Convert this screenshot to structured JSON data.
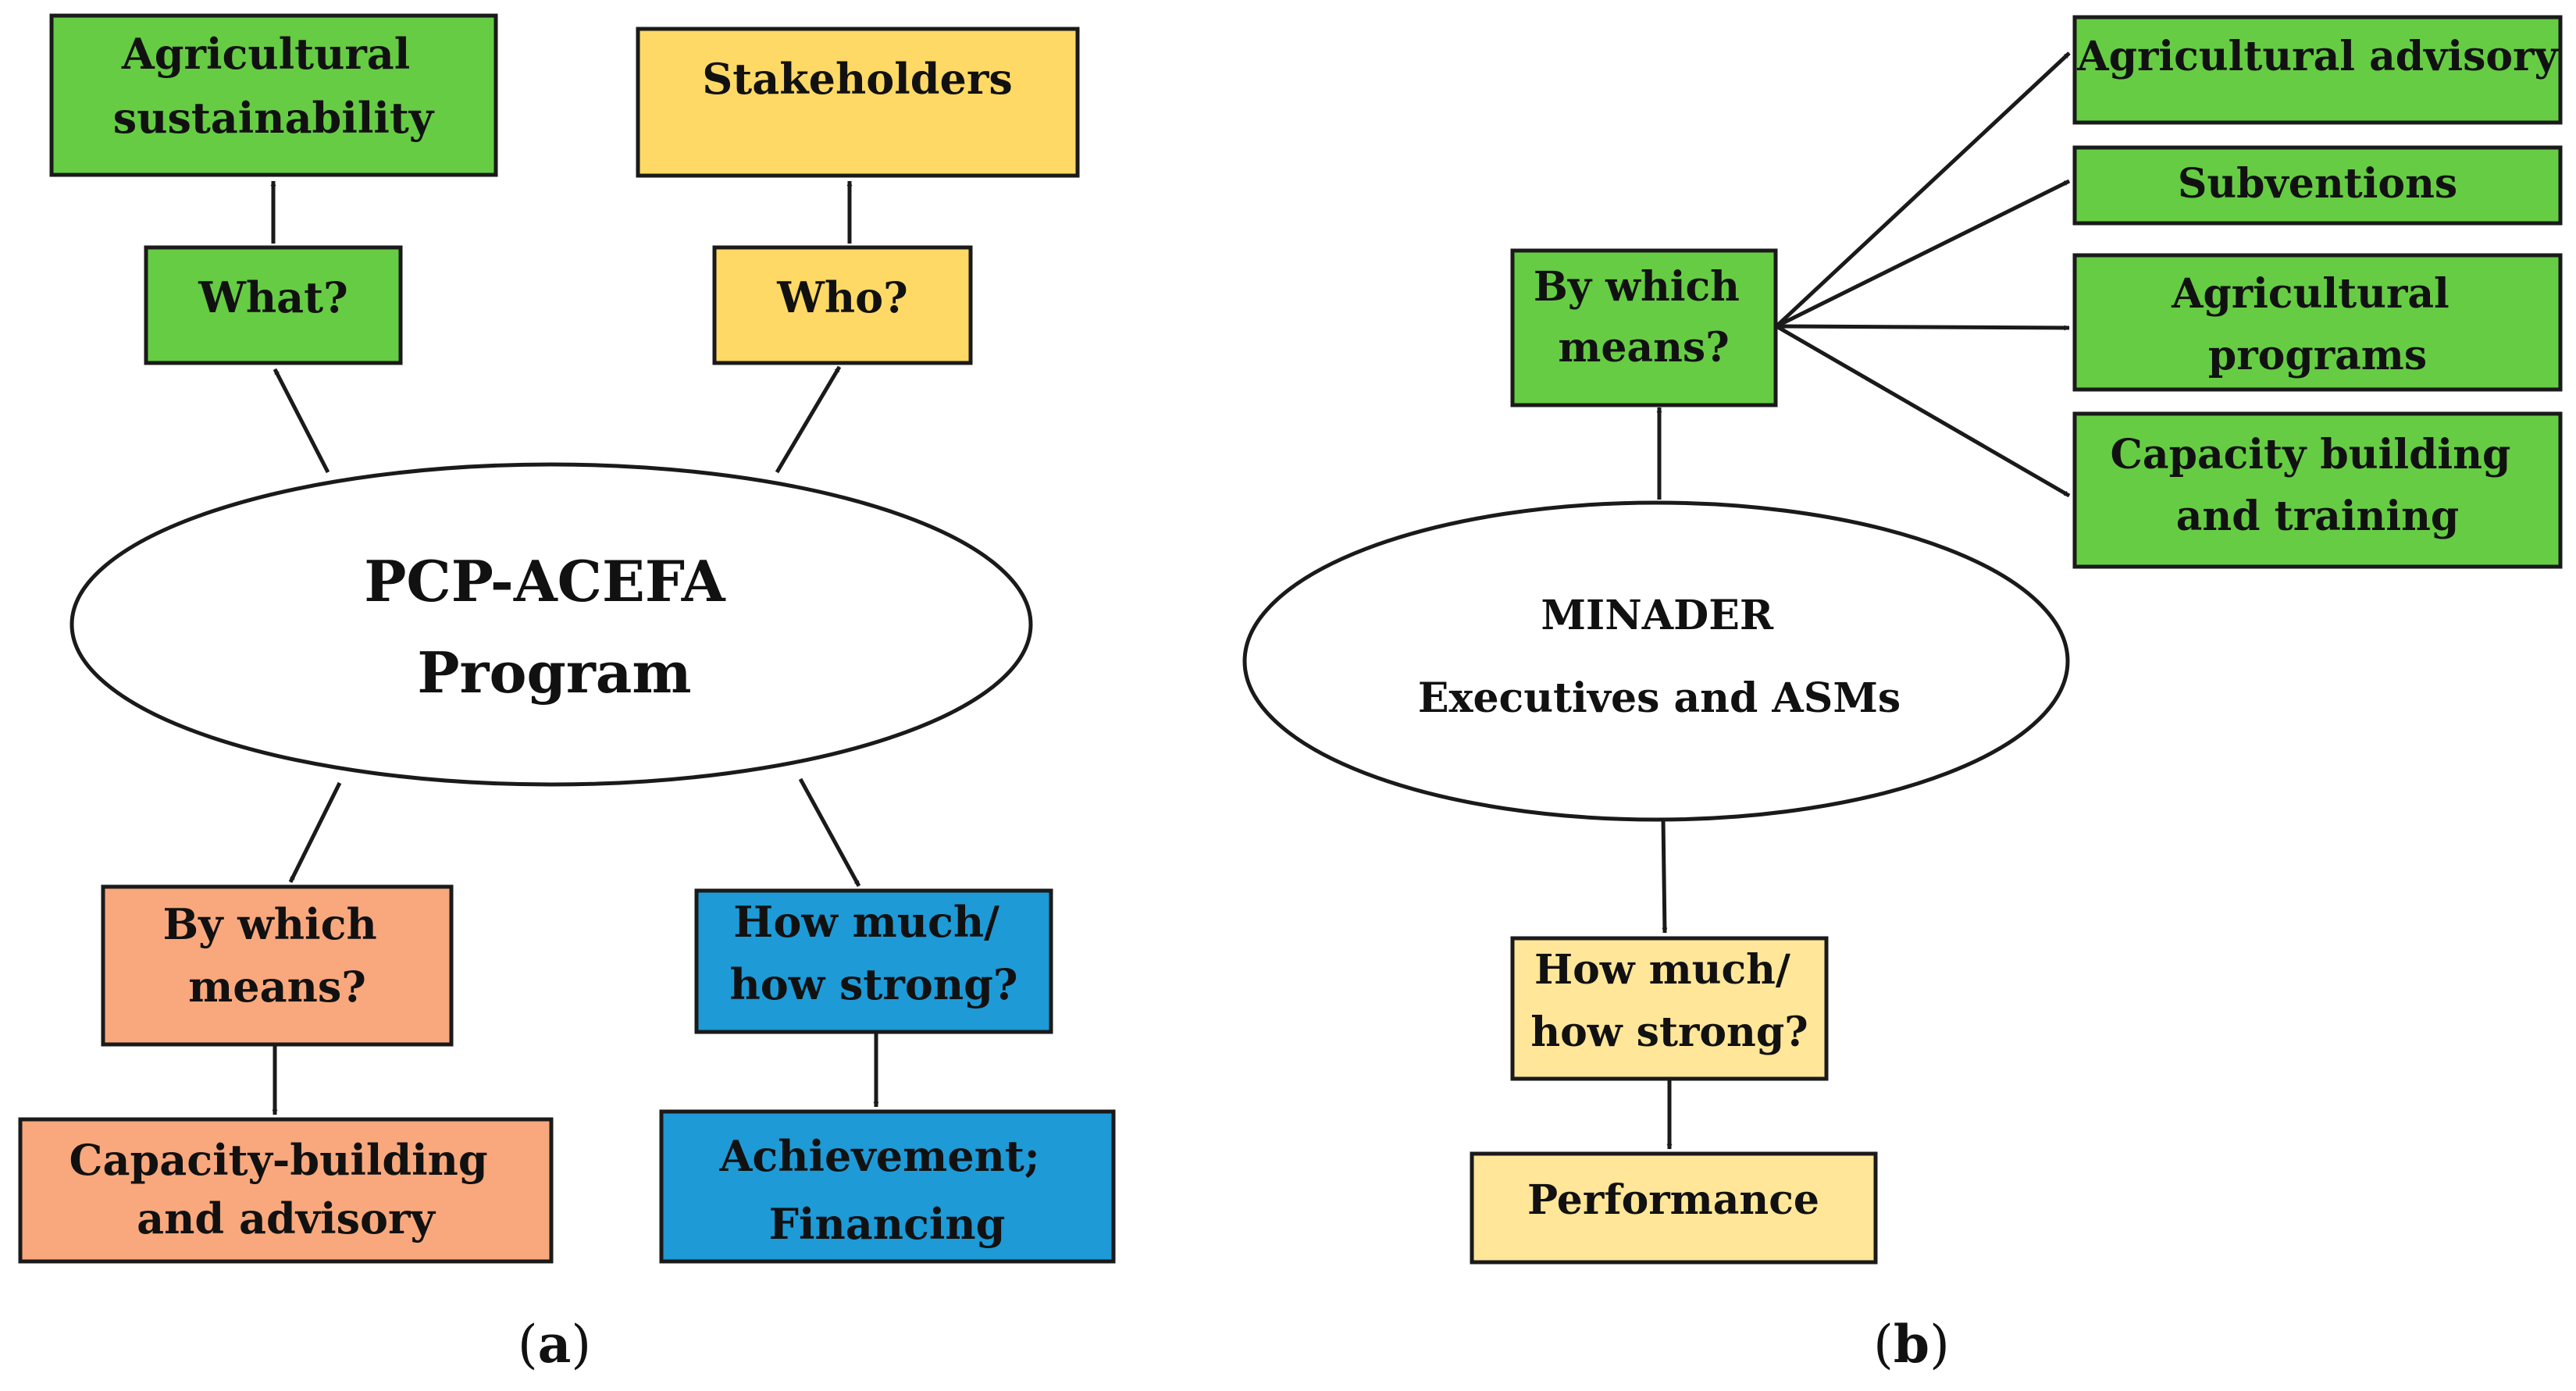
{
  "colors": {
    "green": "#66cc44",
    "yellow": "#ffd966",
    "light_yellow": "#ffe699",
    "orange": "#f8a87c",
    "blue": "#1e9ad6",
    "ellipse_fill": "#ffffff",
    "stroke": "#1a1a1a"
  },
  "panel_a": {
    "ellipse": {
      "lines": [
        "PCP-ACEFA",
        "Program"
      ]
    },
    "what": {
      "lines": [
        "What?"
      ]
    },
    "agricultural_sustainability": {
      "lines": [
        "Agricultural",
        "sustainability"
      ]
    },
    "who": {
      "lines": [
        "Who?"
      ]
    },
    "stakeholders": {
      "lines": [
        "Stakeholders"
      ]
    },
    "means": {
      "lines": [
        "By which",
        "means?"
      ]
    },
    "capacity_advisory": {
      "lines": [
        "Capacity-building",
        "and advisory"
      ]
    },
    "how_much": {
      "lines": [
        "How much/",
        "how strong?"
      ]
    },
    "achievement": {
      "lines": [
        "Achievement;",
        "Financing"
      ]
    },
    "caption": {
      "open": "(",
      "letter": "a",
      "close": ")"
    }
  },
  "panel_b": {
    "ellipse": {
      "title": "MINADER",
      "subtitle": "Executives and ASMs"
    },
    "means": {
      "lines": [
        "By which",
        "means?"
      ]
    },
    "agricultural_advisory": {
      "lines": [
        "Agricultural advisory"
      ]
    },
    "subventions": {
      "lines": [
        "Subventions"
      ]
    },
    "agricultural_programs": {
      "lines": [
        "Agricultural",
        "programs"
      ]
    },
    "capacity_training": {
      "lines": [
        "Capacity building",
        "and training"
      ]
    },
    "how_much": {
      "lines": [
        "How much/",
        "how strong?"
      ]
    },
    "performance": {
      "lines": [
        "Performance"
      ]
    },
    "caption": {
      "open": "(",
      "letter": "b",
      "close": ")"
    }
  }
}
